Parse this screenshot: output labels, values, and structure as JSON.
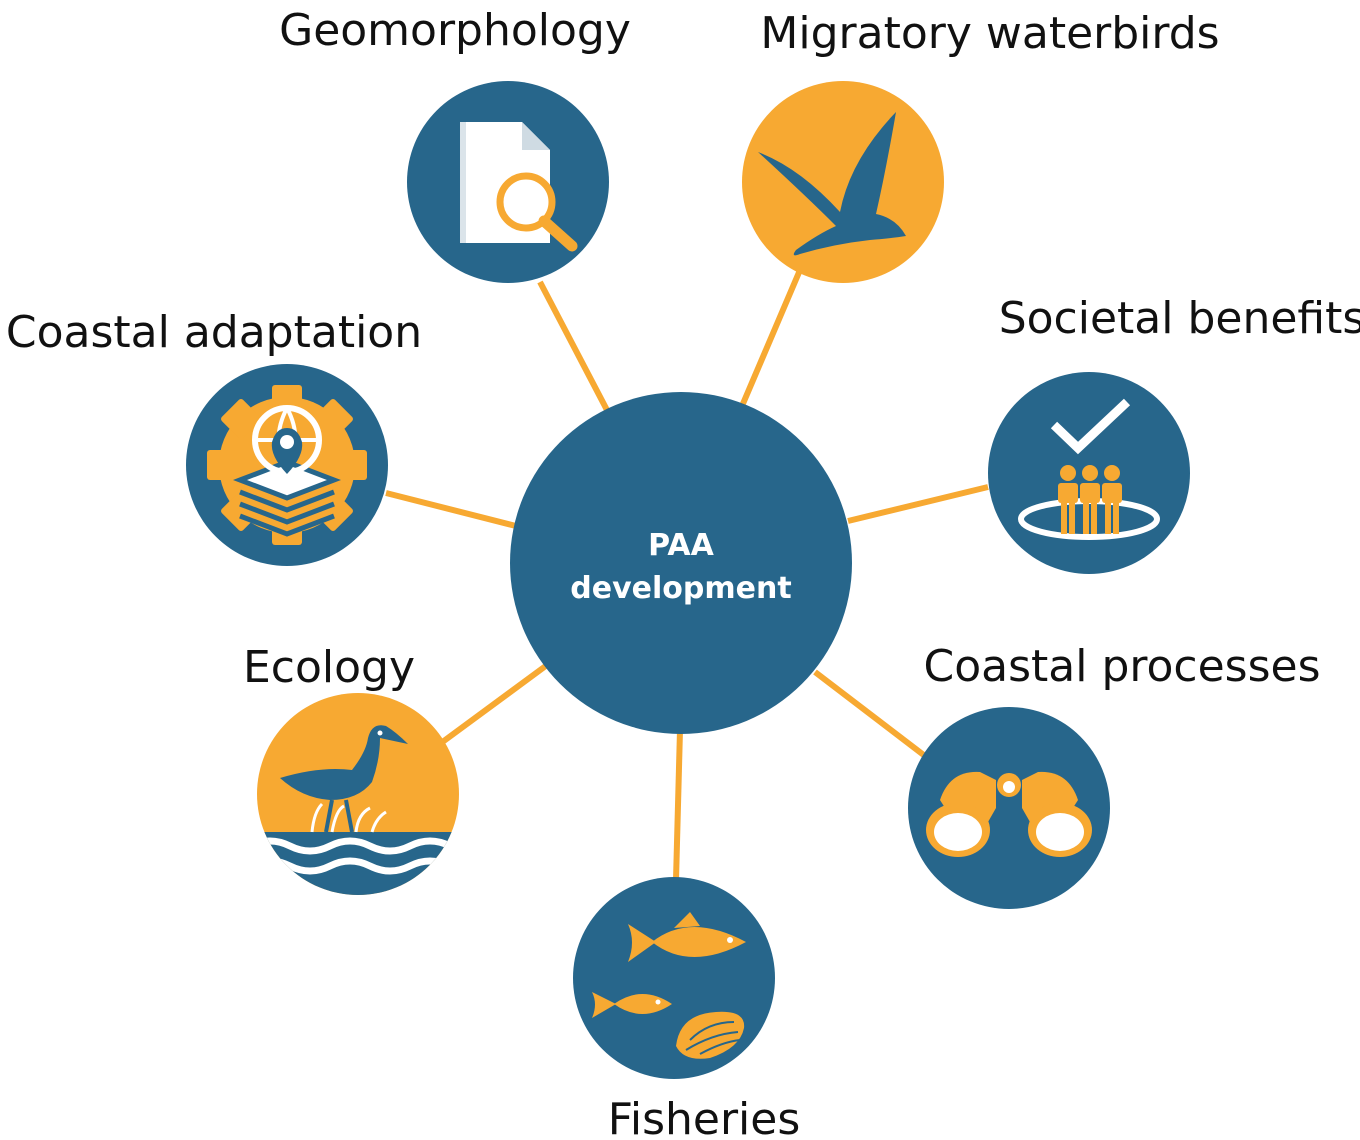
{
  "center": {
    "line1": "PAA",
    "line2": "development"
  },
  "nodes": [
    {
      "id": "geomorphology",
      "label": "Geomorphology",
      "icon": "document-magnifier-icon",
      "fill": "#27668b"
    },
    {
      "id": "migratory-waterbirds",
      "label": "Migratory waterbirds",
      "icon": "flying-bird-icon",
      "fill": "#f7a932"
    },
    {
      "id": "societal-benefits",
      "label": "Societal benefits",
      "icon": "people-checkmark-icon",
      "fill": "#27668b"
    },
    {
      "id": "coastal-processes",
      "label": "Coastal processes",
      "icon": "binoculars-icon",
      "fill": "#27668b"
    },
    {
      "id": "fisheries",
      "label": "Fisheries",
      "icon": "fish-oyster-icon",
      "fill": "#27668b"
    },
    {
      "id": "ecology",
      "label": "Ecology",
      "icon": "wading-bird-icon",
      "fill": "#f7a932"
    },
    {
      "id": "coastal-adaptation",
      "label": "Coastal adaptation",
      "icon": "gear-globe-layers-icon",
      "fill": "#27668b"
    }
  ],
  "colors": {
    "blue": "#27668b",
    "orange": "#f7a932",
    "connector": "#f7a932",
    "white": "#ffffff"
  }
}
